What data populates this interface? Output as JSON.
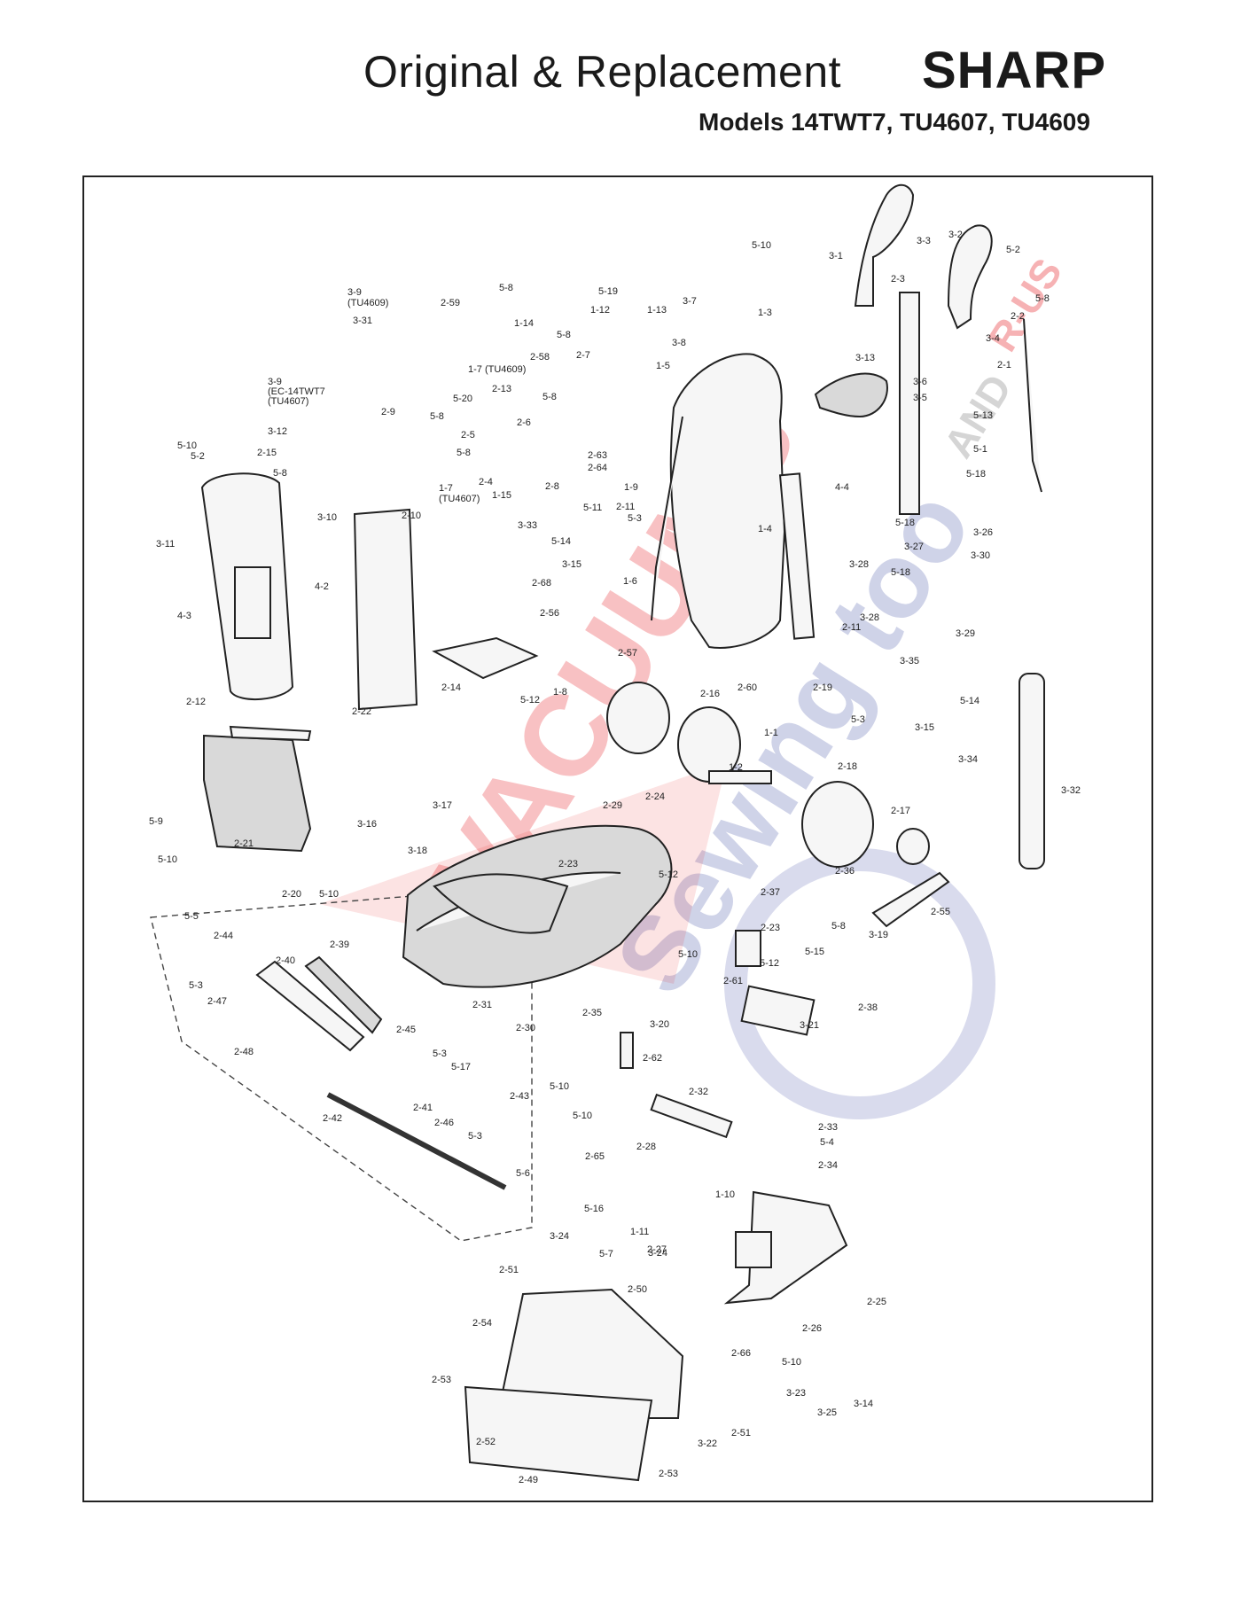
{
  "header": {
    "title": "Original & Replacement",
    "brand": "SHARP",
    "models": "Models 14TWT7, TU4607, TU4609"
  },
  "watermark": {
    "line1": "VACUUMS",
    "line2": "Sewing too",
    "and": "AND",
    "us": "R-US",
    "color_red": "#e8262a",
    "color_blue": "#2b3a9a"
  },
  "callouts": [
    "5-10",
    "3-1",
    "3-3",
    "3-2",
    "5-2",
    "5-8",
    "2-3",
    "2-2",
    "3-4",
    "2-1",
    "5-19",
    "3-7",
    "1-3",
    "1-12",
    "1-13",
    "3-8",
    "1-5",
    "3-13",
    "3-6",
    "3-5",
    "5-13",
    "5-1",
    "3-9",
    "(TU4609)",
    "2-59",
    "5-8",
    "1-14",
    "3-31",
    "5-8",
    "2-58",
    "1-7 (TU4609)",
    "2-7",
    "2-13",
    "5-8",
    "5-20",
    "5-8",
    "2-6",
    "2-9",
    "2-5",
    "5-8",
    "2-4",
    "1-15",
    "2-8",
    "2-63",
    "2-64",
    "1-9",
    "3-9",
    "(EC-14TWT7",
    "(TU4607)",
    "3-12",
    "5-10",
    "5-2",
    "2-15",
    "5-8",
    "3-10",
    "2-10",
    "1-7",
    "(TU4607)",
    "3-33",
    "5-11",
    "2-11",
    "5-3",
    "5-14",
    "3-15",
    "5-18",
    "3-26",
    "4-4",
    "5-18",
    "3-27",
    "3-30",
    "3-28",
    "5-18",
    "3-11",
    "4-3",
    "4-2",
    "2-68",
    "2-56",
    "1-6",
    "1-4",
    "3-28",
    "2-11",
    "3-29",
    "2-57",
    "3-35",
    "2-14",
    "1-8",
    "2-60",
    "2-19",
    "2-16",
    "5-12",
    "5-3",
    "3-15",
    "5-14",
    "3-34",
    "2-12",
    "2-22",
    "1-1",
    "1-2",
    "2-18",
    "2-17",
    "3-32",
    "5-9",
    "3-16",
    "2-21",
    "5-10",
    "3-17",
    "2-29",
    "2-24",
    "3-18",
    "2-23",
    "5-12",
    "2-20",
    "5-10",
    "2-36",
    "2-55",
    "5-5",
    "2-44",
    "2-39",
    "2-40",
    "5-3",
    "2-47",
    "2-37",
    "5-8",
    "2-23",
    "5-15",
    "5-12",
    "3-19",
    "5-10",
    "2-61",
    "2-38",
    "2-31",
    "2-30",
    "2-35",
    "3-20",
    "3-21",
    "2-48",
    "2-45",
    "5-3",
    "5-17",
    "2-62",
    "5-10",
    "2-41",
    "2-46",
    "2-43",
    "5-3",
    "2-42",
    "2-32",
    "5-10",
    "2-33",
    "5-4",
    "2-65",
    "2-28",
    "2-34",
    "5-6",
    "1-10",
    "5-16",
    "1-11",
    "2-27",
    "3-24",
    "5-7",
    "3-24",
    "2-51",
    "2-50",
    "2-25",
    "2-26",
    "2-66",
    "5-10",
    "2-54",
    "2-53",
    "3-23",
    "3-14",
    "3-25",
    "2-51",
    "2-52",
    "3-22",
    "2-49",
    "2-53"
  ]
}
